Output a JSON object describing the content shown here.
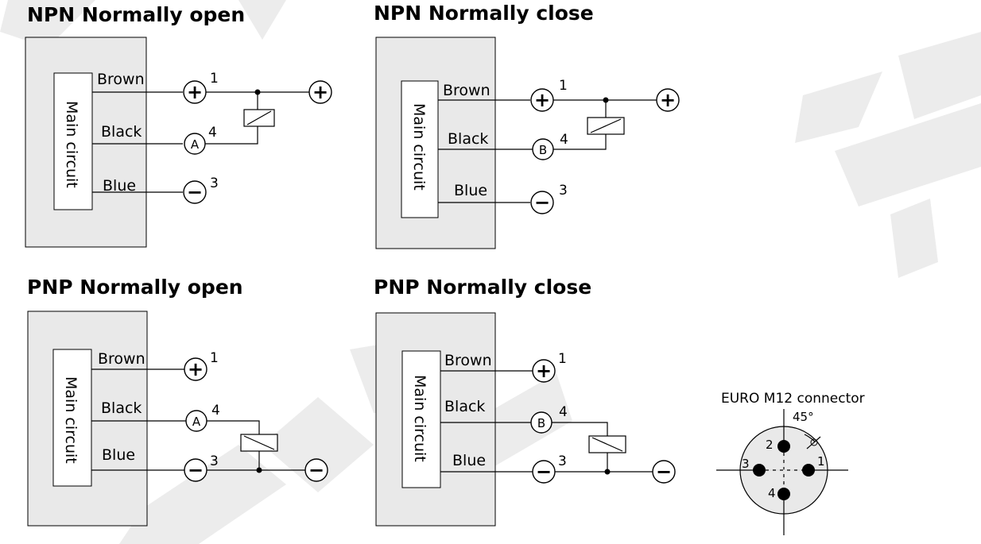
{
  "diagrams": {
    "npn_no": {
      "title": "NPN Normally open",
      "circuit": "Main circuit",
      "wires": [
        "Brown",
        "Black",
        "Blue"
      ],
      "pins": [
        "1",
        "4",
        "3"
      ],
      "load_terminal": "A"
    },
    "npn_nc": {
      "title": "NPN Normally close",
      "circuit": "Main circuit",
      "wires": [
        "Brown",
        "Black",
        "Blue"
      ],
      "pins": [
        "1",
        "4",
        "3"
      ],
      "load_terminal": "B"
    },
    "pnp_no": {
      "title": "PNP Normally open",
      "circuit": "Main circuit",
      "wires": [
        "Brown",
        "Black",
        "Blue"
      ],
      "pins": [
        "1",
        "4",
        "3"
      ],
      "load_terminal": "A"
    },
    "pnp_nc": {
      "title": "PNP Normally close",
      "circuit": "Main circuit",
      "wires": [
        "Brown",
        "Black",
        "Blue"
      ],
      "pins": [
        "1",
        "4",
        "3"
      ],
      "load_terminal": "B"
    }
  },
  "connector": {
    "title": "EURO M12 connector",
    "angle": "45°",
    "pins": [
      "1",
      "2",
      "3",
      "4"
    ]
  },
  "symbols": {
    "plus": "+",
    "minus": "−"
  },
  "colors": {
    "box_fill": "#e9e9e9",
    "ink": "#000000",
    "watermark": "#ececec"
  }
}
